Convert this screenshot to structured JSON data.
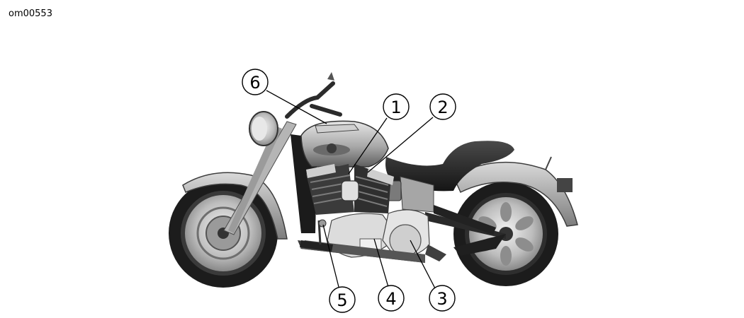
{
  "figure": {
    "id": "om00553"
  },
  "callouts": [
    {
      "number": "1"
    },
    {
      "number": "2"
    },
    {
      "number": "3"
    },
    {
      "number": "4"
    },
    {
      "number": "5"
    },
    {
      "number": "6"
    }
  ]
}
